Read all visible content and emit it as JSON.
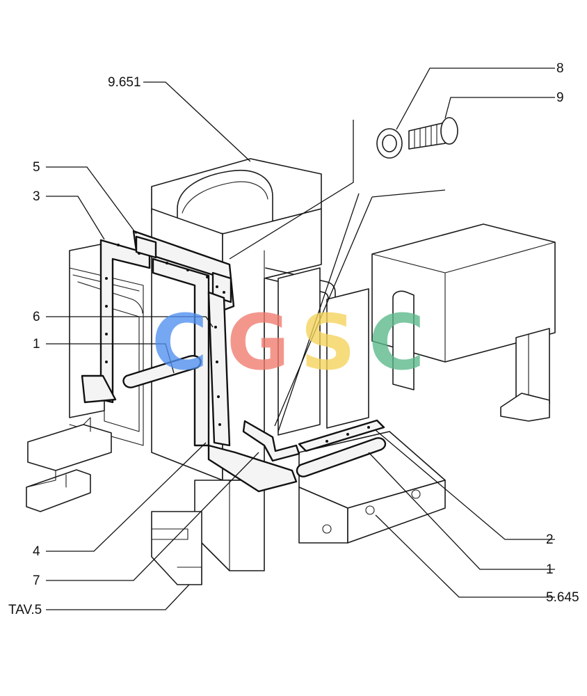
{
  "figure": {
    "watermark": {
      "letters": [
        {
          "char": "C",
          "color": "#4f8ff0"
        },
        {
          "char": "G",
          "color": "#f07a6e"
        },
        {
          "char": "S",
          "color": "#f5d35a"
        },
        {
          "char": "C",
          "color": "#5bb88a"
        }
      ]
    },
    "callouts": [
      {
        "id": "c-9651",
        "text": "9.651"
      },
      {
        "id": "c-8",
        "text": "8"
      },
      {
        "id": "c-9",
        "text": "9"
      },
      {
        "id": "c-5",
        "text": "5"
      },
      {
        "id": "c-3",
        "text": "3"
      },
      {
        "id": "c-6",
        "text": "6"
      },
      {
        "id": "c-1a",
        "text": "1"
      },
      {
        "id": "c-4",
        "text": "4"
      },
      {
        "id": "c-7",
        "text": "7"
      },
      {
        "id": "c-tav5",
        "text": "TAV.5"
      },
      {
        "id": "c-2",
        "text": "2"
      },
      {
        "id": "c-1b",
        "text": "1"
      },
      {
        "id": "c-5645",
        "text": "5.645"
      }
    ]
  }
}
